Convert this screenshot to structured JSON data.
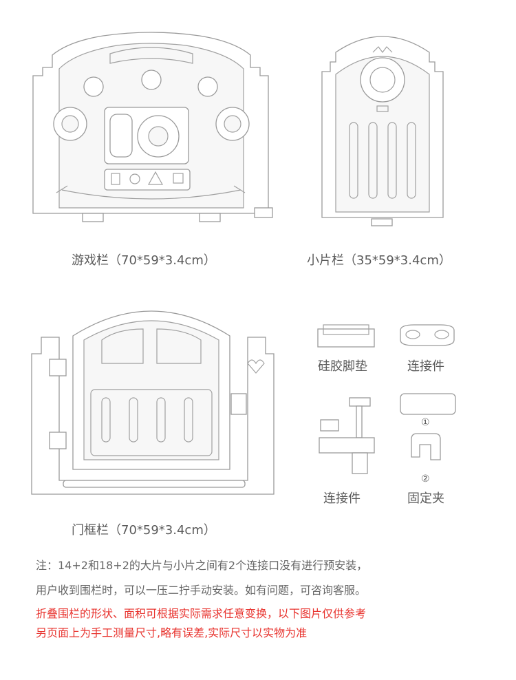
{
  "captions": {
    "game_panel": "游戏栏（70*59*3.4cm）",
    "small_panel": "小片栏（35*59*3.4cm）",
    "door_panel": "门框栏（70*59*3.4cm）",
    "silicone_pad": "硅胶脚垫",
    "connector_top": "连接件",
    "connector_bottom": "连接件",
    "clip": "固定夹"
  },
  "clip_steps": {
    "step1": "①",
    "step2": "②"
  },
  "notes": {
    "line1": "注：14+2和18+2的大片与小片之间有2个连接口没有进行预安装，",
    "line2": "用户收到围栏时，可以一压二拧手动安装。如有问题，可咨询客服。",
    "line3": "折叠围栏的形状、面积可根据实际需求任意变换，以下图片仅供参考",
    "line4": "另页面上为手工测量尺寸,略有误差,实际尺寸以实物为准"
  },
  "colors": {
    "note_gray": "#666666",
    "note_red": "#e8332e",
    "outline": "#9a9a9a"
  }
}
